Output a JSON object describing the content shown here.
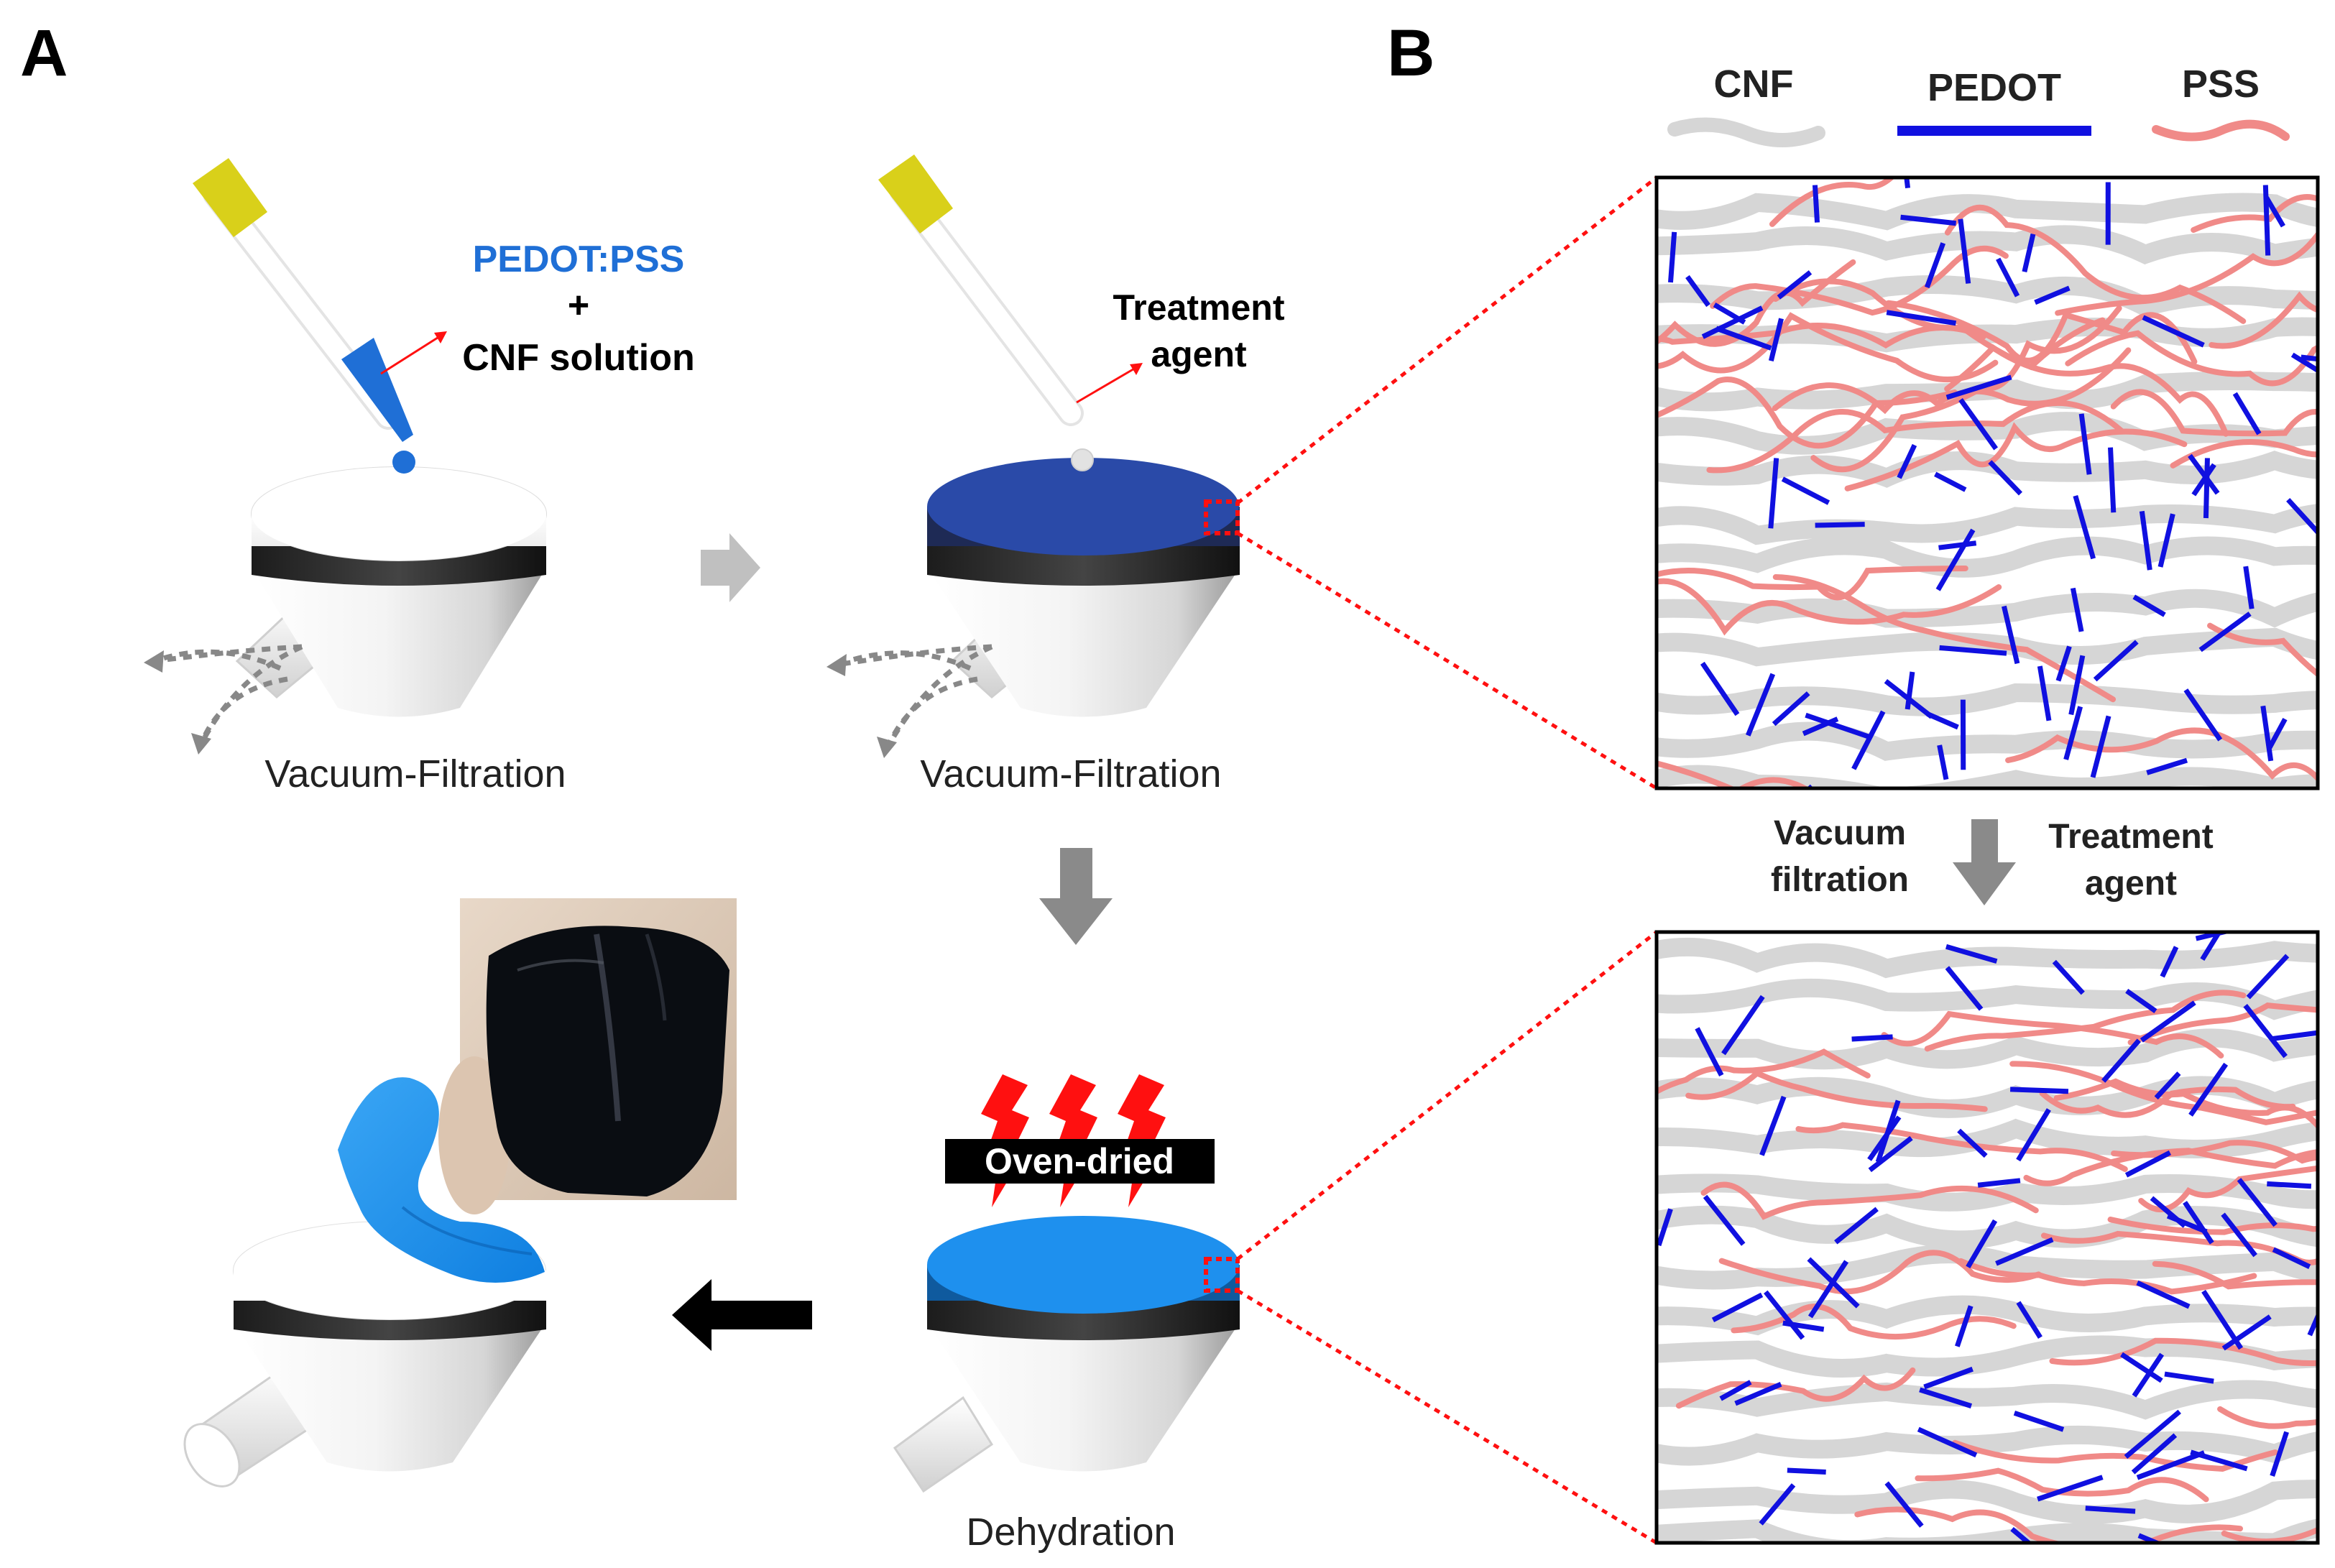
{
  "panels": {
    "a": "A",
    "b": "B"
  },
  "step1": {
    "solution_top": "PEDOT:PSS",
    "plus": "+",
    "solution_bottom": "CNF solution",
    "caption": "Vacuum-Filtration"
  },
  "step2": {
    "agent_line1": "Treatment",
    "agent_line2": "agent",
    "caption": "Vacuum-Filtration"
  },
  "step3": {
    "oven": "Oven-dried",
    "caption": "Dehydration"
  },
  "legend": {
    "cnf": "CNF",
    "pedot": "PEDOT",
    "pss": "PSS"
  },
  "transition": {
    "left_line1": "Vacuum",
    "left_line2": "filtration",
    "right_line1": "Treatment",
    "right_line2": "agent"
  },
  "colors": {
    "pedot_pss": "#1f6fd6",
    "pedot": "#1010e0",
    "pss": "#f08a88",
    "cnf": "#d6d6d6",
    "film_dark": "#2a4aa8",
    "film_light": "#1e90ee",
    "heat": "#ff1010",
    "gray_arrow": "#8a8a8a",
    "black_arrow": "#000000"
  }
}
